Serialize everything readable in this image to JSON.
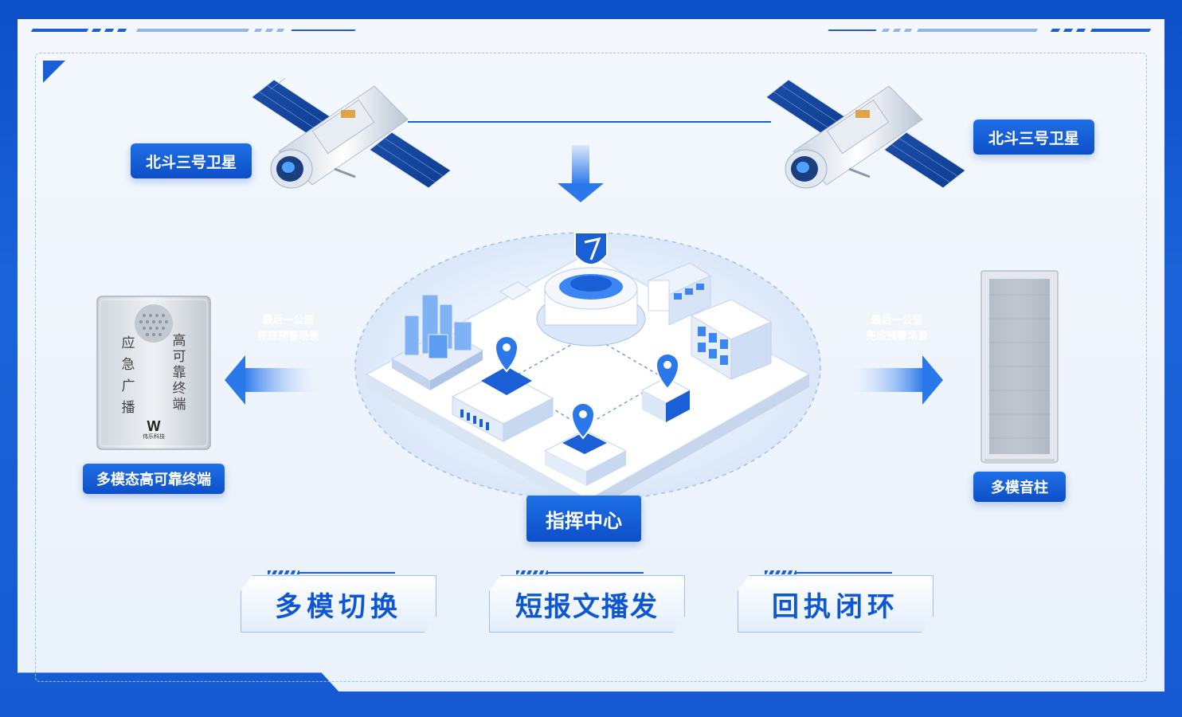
{
  "satellites": {
    "left_label": "北斗三号卫星",
    "right_label": "北斗三号卫星"
  },
  "scenario_left": {
    "line1": "最后一公里",
    "line2": "兜底预警场景"
  },
  "scenario_right": {
    "line1": "最后一公里",
    "line2": "兜底预警场景"
  },
  "terminal": {
    "label": "多模态高可靠终端",
    "left_text": [
      "应",
      "急",
      "广",
      "播"
    ],
    "right_text": [
      "高",
      "可",
      "靠",
      "终",
      "端"
    ],
    "brand": "伟乐科技"
  },
  "speaker": {
    "label": "多模音柱"
  },
  "command_center": {
    "label": "指挥中心"
  },
  "features": [
    "多模切换",
    "短报文播发",
    "回执闭环"
  ],
  "colors": {
    "primary": "#0f57d2",
    "accent": "#1a5fd6",
    "background": "#eef4fc"
  }
}
